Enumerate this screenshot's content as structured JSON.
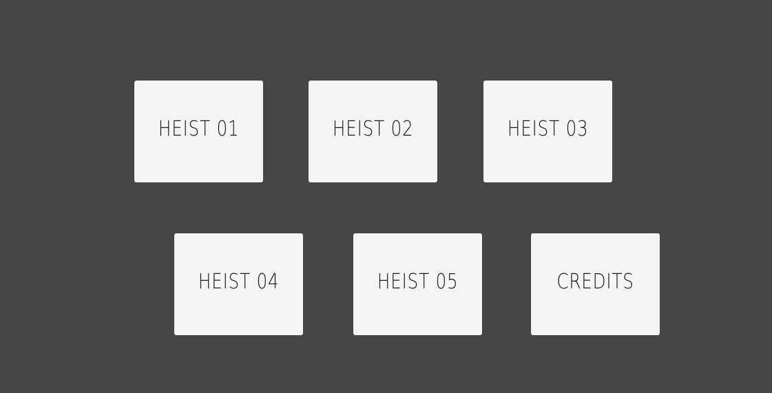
{
  "menu": {
    "items": [
      {
        "label": "HEIST 01"
      },
      {
        "label": "HEIST 02"
      },
      {
        "label": "HEIST 03"
      },
      {
        "label": "HEIST 04"
      },
      {
        "label": "HEIST 05"
      },
      {
        "label": "CREDITS"
      }
    ]
  },
  "colors": {
    "background": "#464646",
    "card": "#f4f4f4",
    "text": "#1a1a1a"
  }
}
